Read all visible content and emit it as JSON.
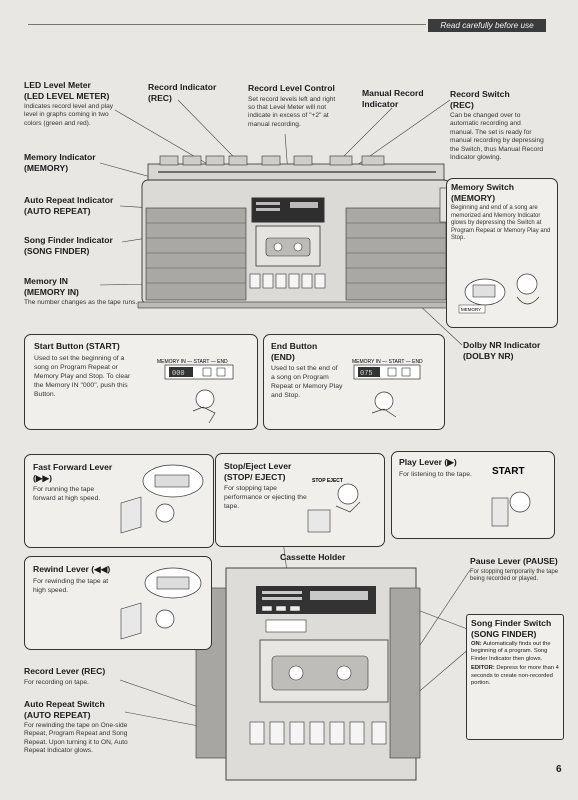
{
  "header": {
    "tag": "Read carefully before use"
  },
  "labels": {
    "led_level_meter": {
      "title": "LED Level Meter",
      "sub": "(LED LEVEL METER)",
      "desc": "Indicates record level and play level in graphs coming in two colors (green and red)."
    },
    "record_indicator": {
      "title": "Record Indicator",
      "sub": "(REC)"
    },
    "record_level_control": {
      "title": "Record Level Control",
      "desc": "Set record levels left and right so that Level Meter will not indicate in excess of \"+2\" at manual recording."
    },
    "manual_record_indicator": {
      "title": "Manual Record Indicator"
    },
    "record_switch": {
      "title": "Record Switch",
      "sub": "(REC)",
      "desc": "Can be changed over to automatic recording and manual. The set is ready for manual recording by depressing the Switch, thus Manual Record Indicator glowing."
    },
    "memory_indicator": {
      "title": "Memory Indicator",
      "sub": "(MEMORY)"
    },
    "memory_switch": {
      "title": "Memory Switch",
      "sub": "(MEMORY)",
      "desc": "Beginning and end of a song are memorized and Memory Indicator glows by depressing the Switch at Program Repeat or Memory Play and Stop."
    },
    "auto_repeat_indicator": {
      "title": "Auto Repeat Indicator",
      "sub": "(AUTO REPEAT)"
    },
    "song_finder_indicator": {
      "title": "Song Finder Indicator",
      "sub": "(SONG FINDER)"
    },
    "memory_in": {
      "title": "Memory IN",
      "sub": "(MEMORY IN)",
      "desc": "The number changes as the tape runs."
    },
    "dolby_nr": {
      "title": "Dolby NR Indicator",
      "sub": "(DOLBY NR)"
    },
    "cassette_holder": {
      "title": "Cassette Holder"
    },
    "pause_lever": {
      "title": "Pause Lever (PAUSE)",
      "desc": "For stopping temporarily the tape being recorded or played."
    },
    "song_finder_switch": {
      "title": "Song Finder Switch",
      "sub": "(SONG FINDER)",
      "on_key": "ON:",
      "on_desc": "Automatically finds out the beginning of a program. Song Finder Indicator then glows.",
      "editor_key": "EDITOR:",
      "editor_desc": "Depress for more than 4 seconds to create non-recorded portion."
    },
    "record_lever": {
      "title": "Record Lever (REC)",
      "desc": "For recording on tape."
    },
    "auto_repeat_switch": {
      "title": "Auto Repeat Switch",
      "sub": "(AUTO REPEAT)",
      "desc": "For rewinding the tape on One-side Repeat, Program Repeat and Song Repeat. Upon turning it to ON, Auto Repeat Indicator glows."
    }
  },
  "boxes": {
    "start": {
      "title": "Start Button (START)",
      "desc": "Used to set the beginning of a song on Program Repeat or Memory Play and Stop. To clear the Memory IN \"000\", push this Button.",
      "art_caption": "MEMORY IN — START — END",
      "counter": "000"
    },
    "end": {
      "title": "End Button",
      "sub": "(END)",
      "desc": "Used to set the end of a song on Program Repeat or Memory Play and Stop.",
      "art_caption": "MEMORY IN — START — END",
      "counter": "075"
    },
    "ff": {
      "title": "Fast Forward Lever (▶▶)",
      "desc": "For running the tape forward at high speed."
    },
    "stop": {
      "title": "Stop/Eject Lever",
      "sub": "(STOP/ EJECT)",
      "desc": "For stopping tape performance or ejecting the tape.",
      "art_text": "STOP EJECT"
    },
    "play": {
      "title": "Play Lever (▶)",
      "desc": "For listening to the tape.",
      "art_text": "START"
    },
    "rewind": {
      "title": "Rewind Lever (◀◀)",
      "desc": "For rewinding the tape at high speed."
    }
  },
  "memory_art": {
    "caption": "MEMORY"
  },
  "page_number": "6",
  "colors": {
    "paper": "#e9e7e4",
    "ink": "#1b1b1b",
    "header_bg": "#3b3b3b",
    "box_bg": "#f1efec"
  }
}
